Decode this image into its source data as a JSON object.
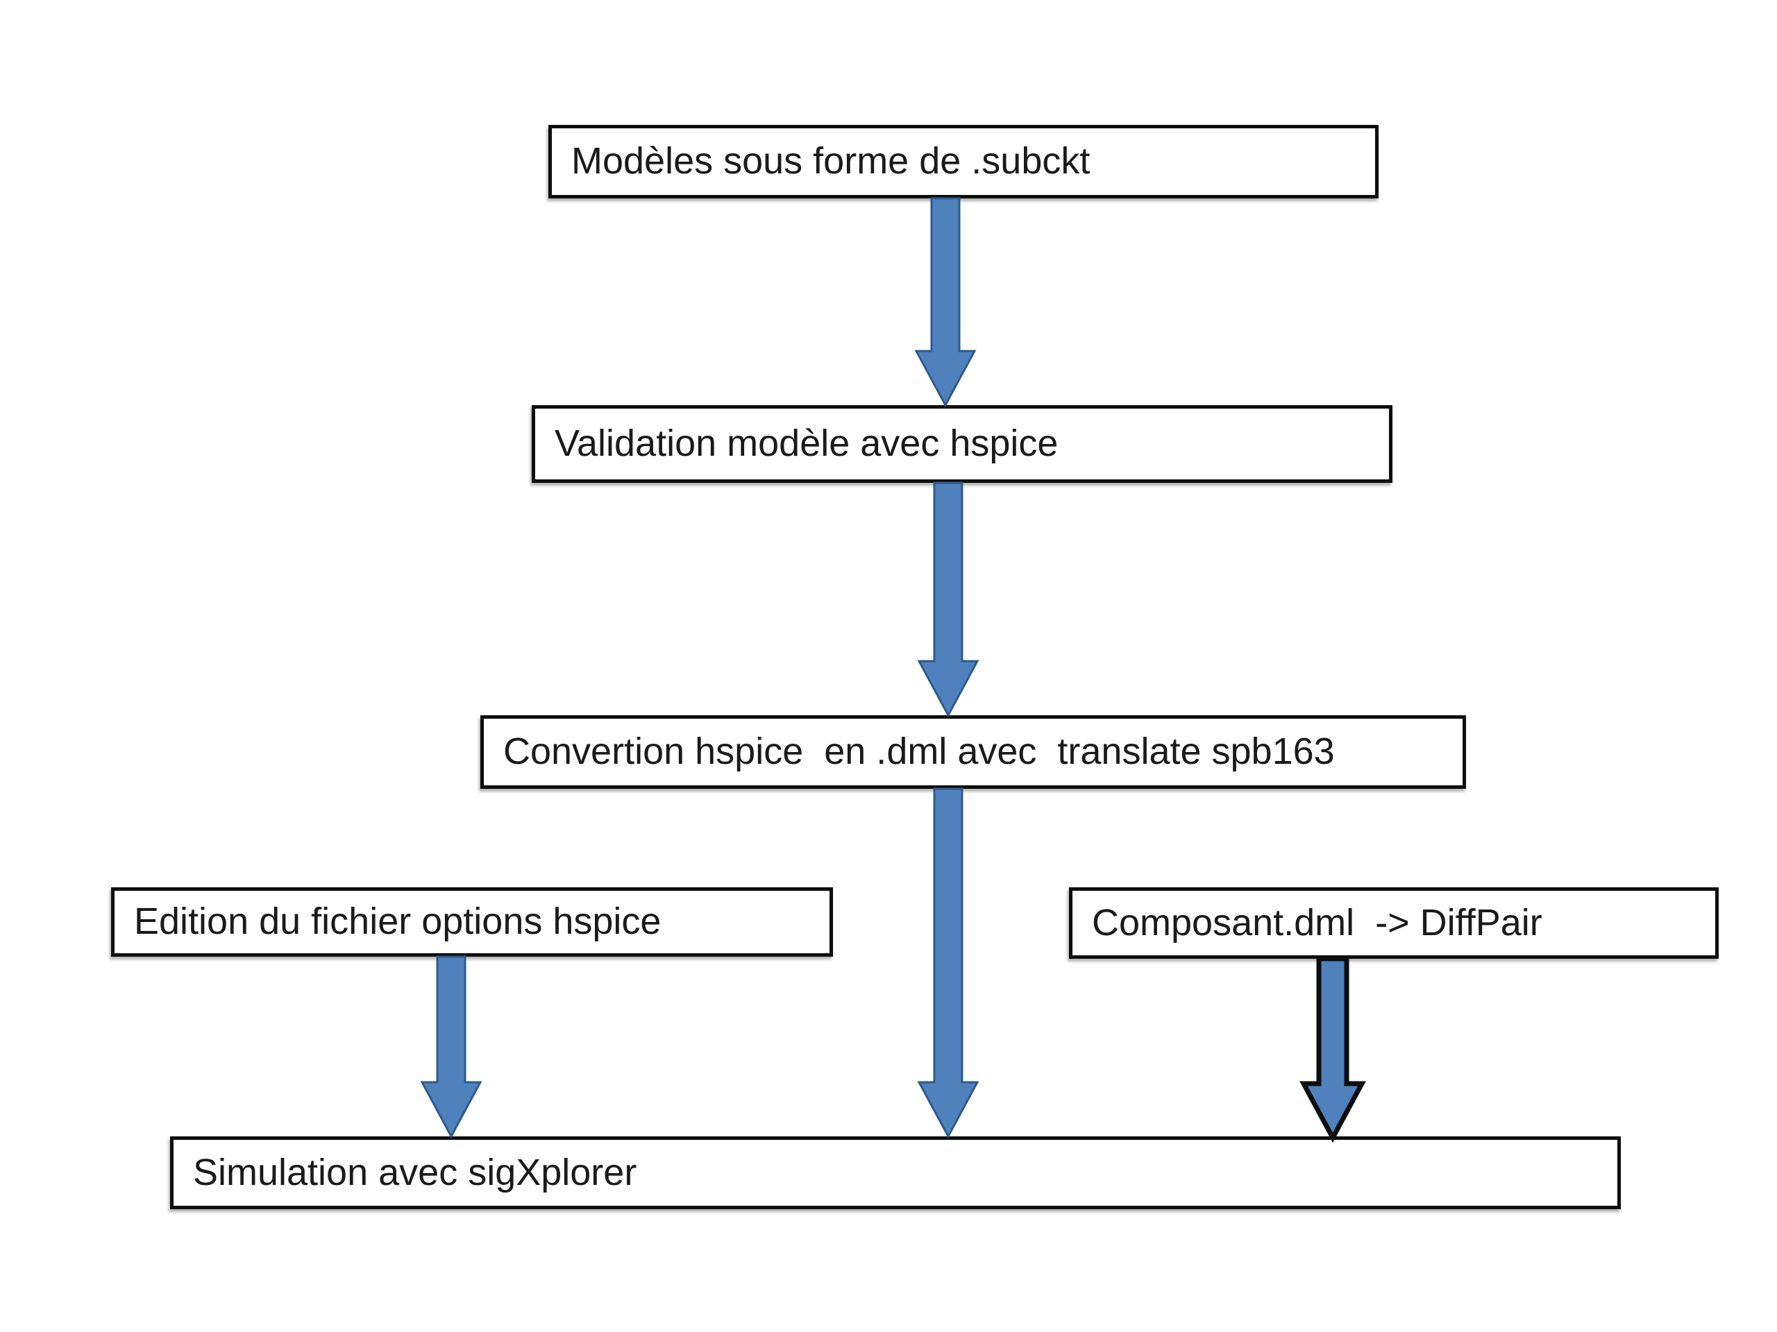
{
  "diagram": {
    "type": "flowchart",
    "background": "#ffffff",
    "nodes": [
      {
        "id": "modeles-subckt",
        "label": "Modèles sous forme de .subckt"
      },
      {
        "id": "validation-hspice",
        "label": "Validation modèle avec hspice"
      },
      {
        "id": "convertion-dml",
        "label": "Convertion hspice  en .dml avec  translate spb163"
      },
      {
        "id": "edition-options",
        "label": "Edition du fichier options hspice"
      },
      {
        "id": "composant-diffpair",
        "label": "Composant.dml  -> DiffPair"
      },
      {
        "id": "simulation-sigxplorer",
        "label": "Simulation avec sigXplorer"
      }
    ],
    "edges": [
      {
        "from": "modeles-subckt",
        "to": "validation-hspice",
        "style": "blue-block-arrow"
      },
      {
        "from": "validation-hspice",
        "to": "convertion-dml",
        "style": "blue-block-arrow"
      },
      {
        "from": "convertion-dml",
        "to": "simulation-sigxplorer",
        "style": "blue-block-arrow"
      },
      {
        "from": "edition-options",
        "to": "simulation-sigxplorer",
        "style": "blue-block-arrow"
      },
      {
        "from": "composant-diffpair",
        "to": "simulation-sigxplorer",
        "style": "blue-block-arrow-black-outline"
      }
    ],
    "colors": {
      "arrow_fill": "#4f81bd",
      "arrow_edge": "#2e5a8c",
      "arrow_outline_dark": "#0d0d0d",
      "box_border": "#0d0d0d",
      "text": "#1a1a1a",
      "background": "#ffffff"
    }
  }
}
